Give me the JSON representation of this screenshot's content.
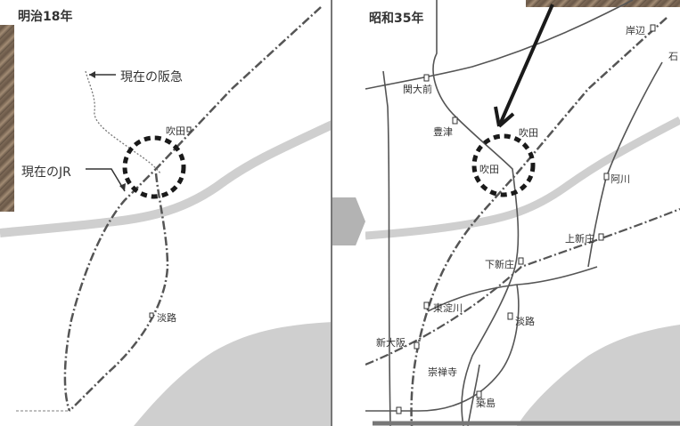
{
  "left_map": {
    "title": "明治18年",
    "callout_hankyu": "現在の阪急",
    "callout_jr": "現在のJR",
    "stations": [
      {
        "id": "suita",
        "label": "吹田"
      },
      {
        "id": "awaji",
        "label": "淡路"
      }
    ]
  },
  "right_map": {
    "title": "昭和35年",
    "stations": [
      {
        "id": "kishibe",
        "label": "岸辺"
      },
      {
        "id": "kandai",
        "label": "関大前"
      },
      {
        "id": "toyotsu",
        "label": "豊津"
      },
      {
        "id": "suita_jr",
        "label": "吹田"
      },
      {
        "id": "suita_hk",
        "label": "吹田"
      },
      {
        "id": "nishikawa",
        "label": "阿川"
      },
      {
        "id": "kamishinjo",
        "label": "上新庄"
      },
      {
        "id": "shimoshinjo",
        "label": "下新庄"
      },
      {
        "id": "higashiyodogawa",
        "label": "東淀川"
      },
      {
        "id": "awaji",
        "label": "淡路"
      },
      {
        "id": "shinosaka",
        "label": "新大阪"
      },
      {
        "id": "sozenji",
        "label": "崇禅寺"
      },
      {
        "id": "tsukushima",
        "label": "築島"
      },
      {
        "id": "edge",
        "label": "石"
      }
    ]
  },
  "colors": {
    "river": "#cfcfcf",
    "rail": "#555555",
    "highlight_circle": "#1a1a1a",
    "transition_arrow": "#b3b3b3",
    "annotation_arrow": "#1a1a1a"
  }
}
